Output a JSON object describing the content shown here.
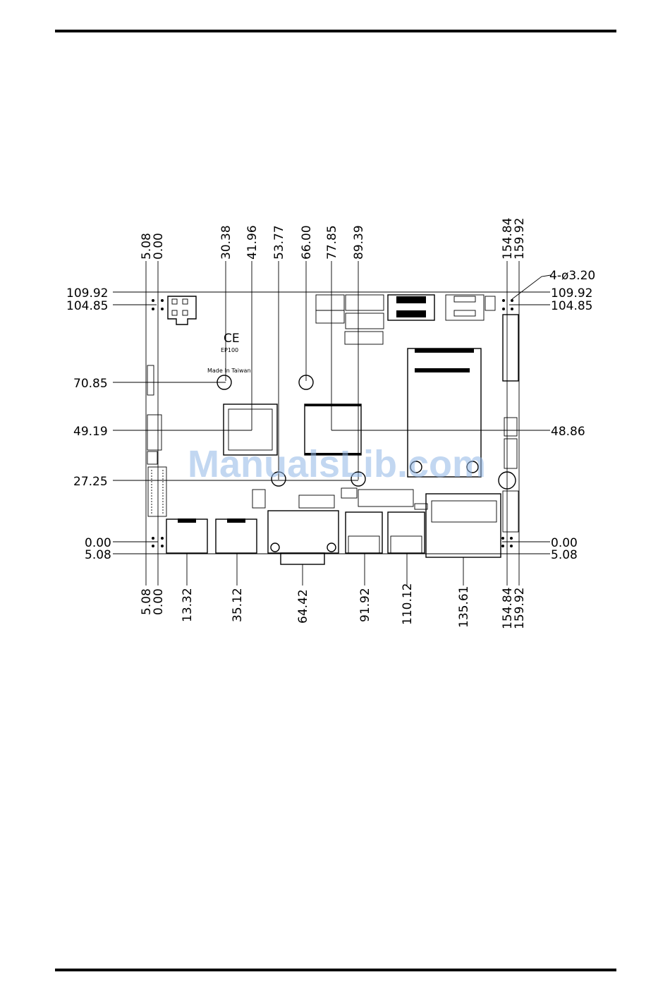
{
  "watermark": "ManualsLib.com",
  "board": {
    "marking_model": "EP100",
    "marking_origin": "Made In Taiwan",
    "marking_ce": "CE"
  },
  "dimensions": {
    "mounting_holes": "4-ø3.20",
    "top": {
      "left_5_08": "5.08",
      "left_0_00": "0.00",
      "h_30_38": "30.38",
      "h_41_96": "41.96",
      "h_53_77": "53.77",
      "h_66_00": "66.00",
      "h_77_85": "77.85",
      "h_89_39": "89.39",
      "right_154_84": "154.84",
      "right_159_92": "159.92"
    },
    "bottom": {
      "left_5_08": "5.08",
      "left_0_00": "0.00",
      "b_13_32": "13.32",
      "b_35_12": "35.12",
      "b_64_42": "64.42",
      "b_91_92": "91.92",
      "b_110_12": "110.12",
      "b_135_61": "135.61",
      "right_154_84": "154.84",
      "right_159_92": "159.92"
    },
    "left": {
      "y_109_92": "109.92",
      "y_104_85": "104.85",
      "y_70_85": "70.85",
      "y_49_19": "49.19",
      "y_27_25": "27.25",
      "y_0_00": "0.00",
      "y_5_08": "5.08"
    },
    "right": {
      "y_109_92": "109.92",
      "y_104_85": "104.85",
      "y_48_86": "48.86",
      "y_0_00": "0.00",
      "y_5_08": "5.08"
    }
  }
}
